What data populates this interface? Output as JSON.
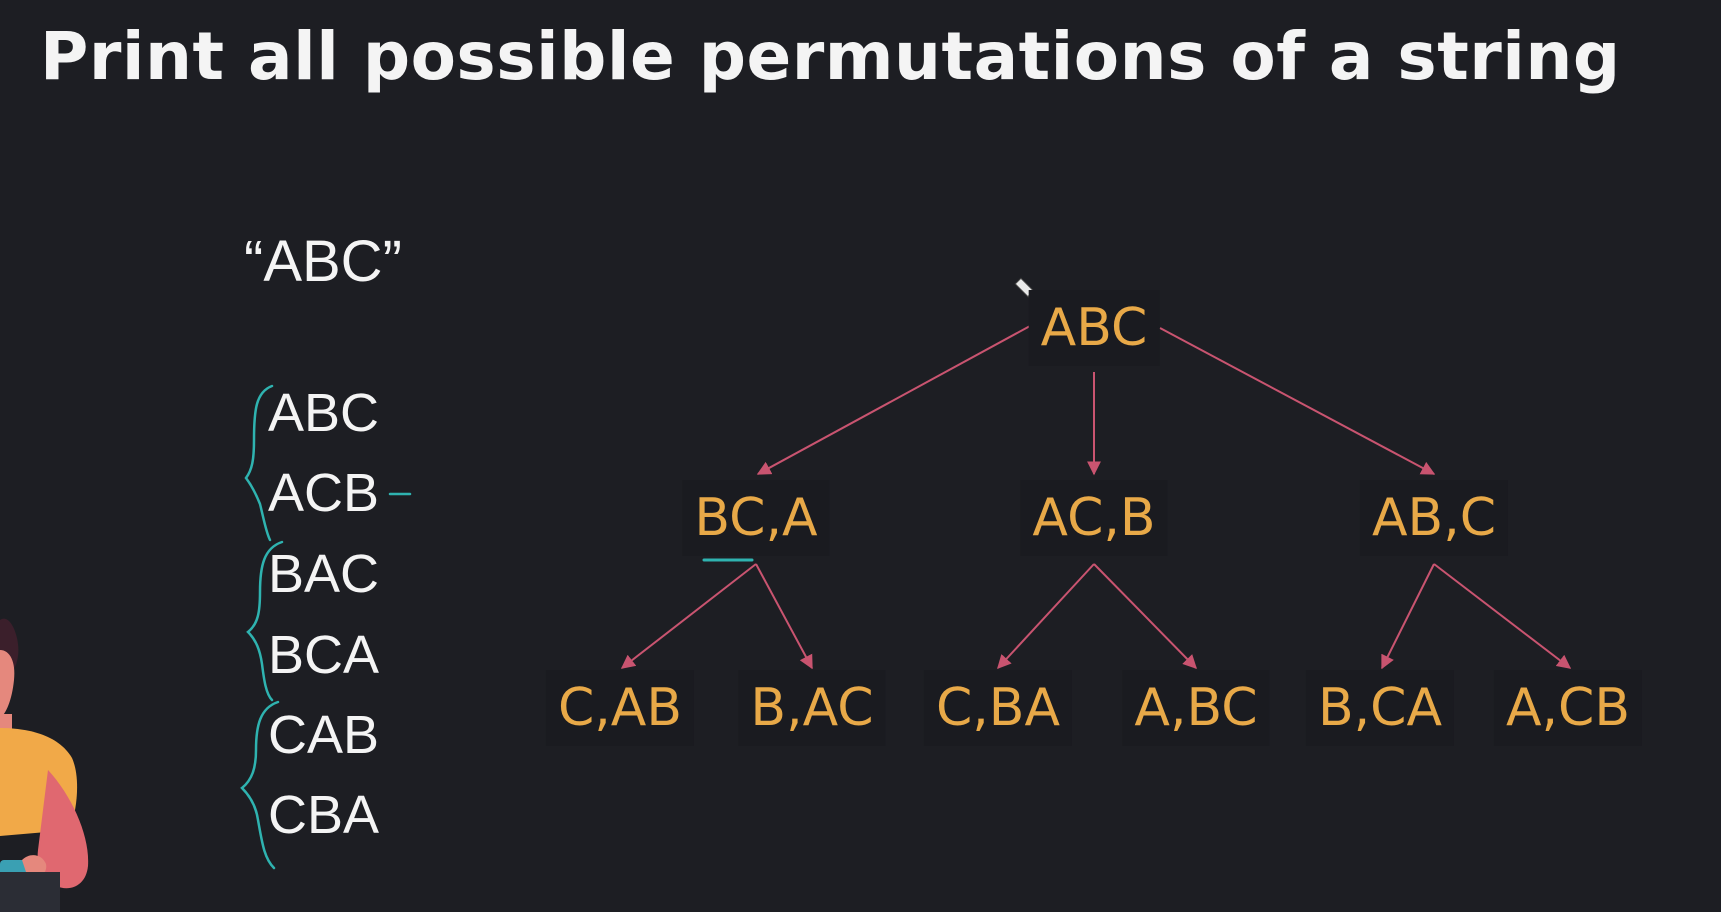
{
  "slide": {
    "title": "Print all possible permutations of a string"
  },
  "input": {
    "text": "“ABC”"
  },
  "permutations": [
    "ABC",
    "ACB",
    "BAC",
    "BCA",
    "CAB",
    "CBA"
  ],
  "tree": {
    "root": "ABC",
    "level1": [
      "BC,A",
      "AC,B",
      "AB,C"
    ],
    "level2": [
      "C,AB",
      "B,AC",
      "C,BA",
      "A,BC",
      "B,CA",
      "A,CB"
    ]
  },
  "colors": {
    "background": "#1d1e23",
    "title_text": "#f4f4f4",
    "node_text": "#e8a948",
    "edge": "#c95470",
    "annotation": "#2fb3b0"
  }
}
